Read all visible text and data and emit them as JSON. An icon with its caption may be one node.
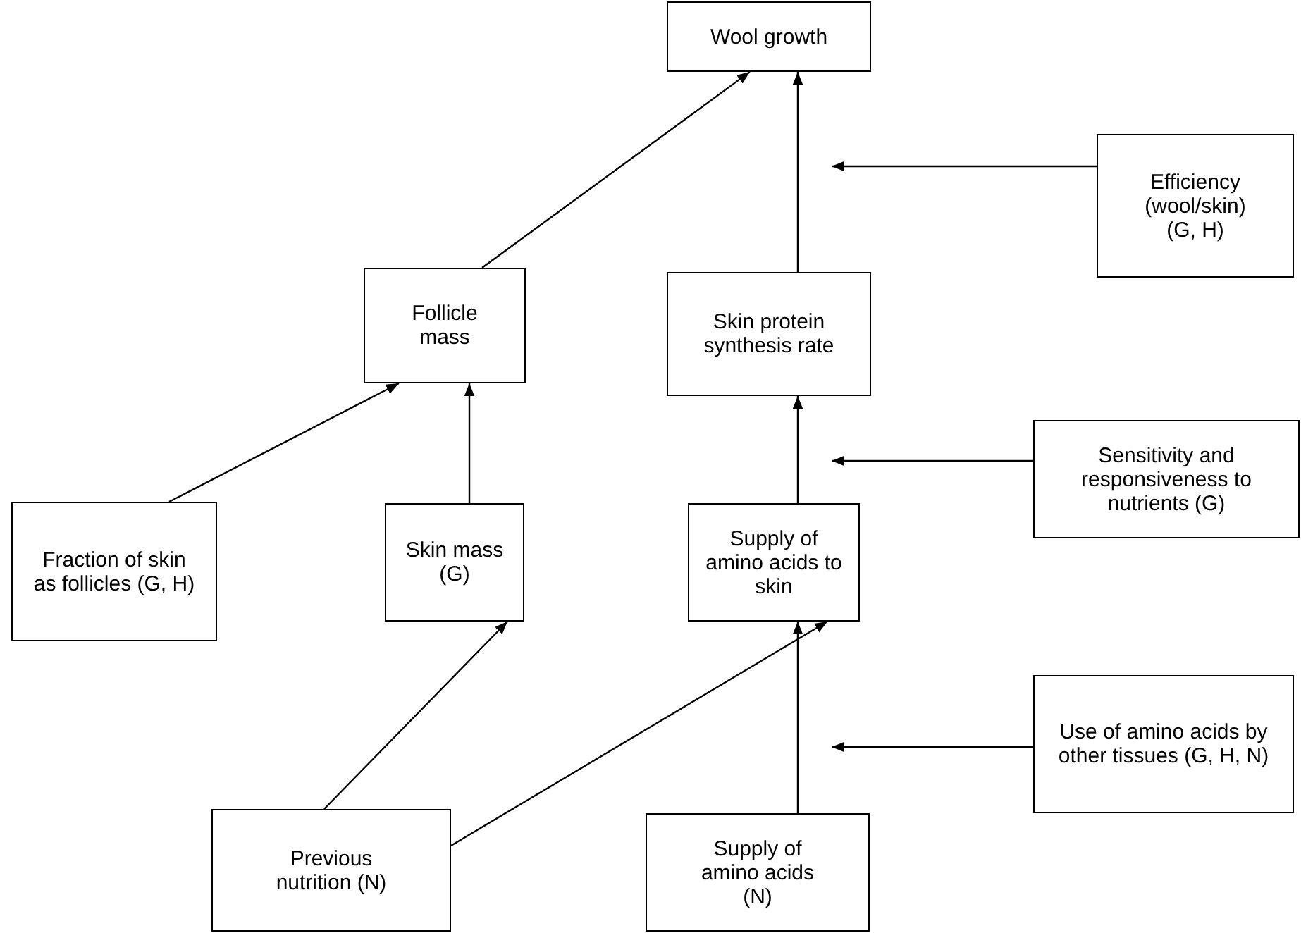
{
  "diagram": {
    "nodes": [
      {
        "text": [
          "Wool growth"
        ]
      },
      {
        "text": [
          "Efficiency (wool/skin) (G, H)"
        ]
      },
      {
        "text": [
          "Follicle mass"
        ]
      },
      {
        "text": [
          "Skin protein synthesis rate"
        ]
      },
      {
        "text": [
          "Sensitivity and responsiveness to nutrients (G)"
        ]
      },
      {
        "text": [
          "Fraction of skin as follicles (G, H)"
        ]
      },
      {
        "text": [
          "Skin mass (G)"
        ]
      },
      {
        "text": [
          "Supply of amino acids to skin"
        ]
      },
      {
        "text": [
          "Use of amino acids by other tissues (G, H, N)"
        ]
      },
      {
        "text": [
          "Previous nutrition (N)"
        ]
      },
      {
        "text": [
          "Supply of amino acids (N)"
        ]
      }
    ],
    "edges": [
      {
        "from": 2,
        "to": 0,
        "arrow": "to"
      },
      {
        "from": 3,
        "to": 0,
        "arrow": "to"
      },
      {
        "from": 1,
        "to": null,
        "arrow": "to"
      },
      {
        "from": 6,
        "to": 2,
        "arrow": "to"
      },
      {
        "from": 5,
        "to": 2,
        "arrow": "to"
      },
      {
        "from": 7,
        "to": 3,
        "arrow": "to"
      },
      {
        "from": 4,
        "to": null,
        "arrow": "to"
      },
      {
        "from": 9,
        "to": 6,
        "arrow": "to"
      },
      {
        "from": 9,
        "to": 7,
        "arrow": "to"
      },
      {
        "from": 10,
        "to": 7,
        "arrow": "to"
      },
      {
        "from": 8,
        "to": null,
        "arrow": "to"
      }
    ]
  }
}
